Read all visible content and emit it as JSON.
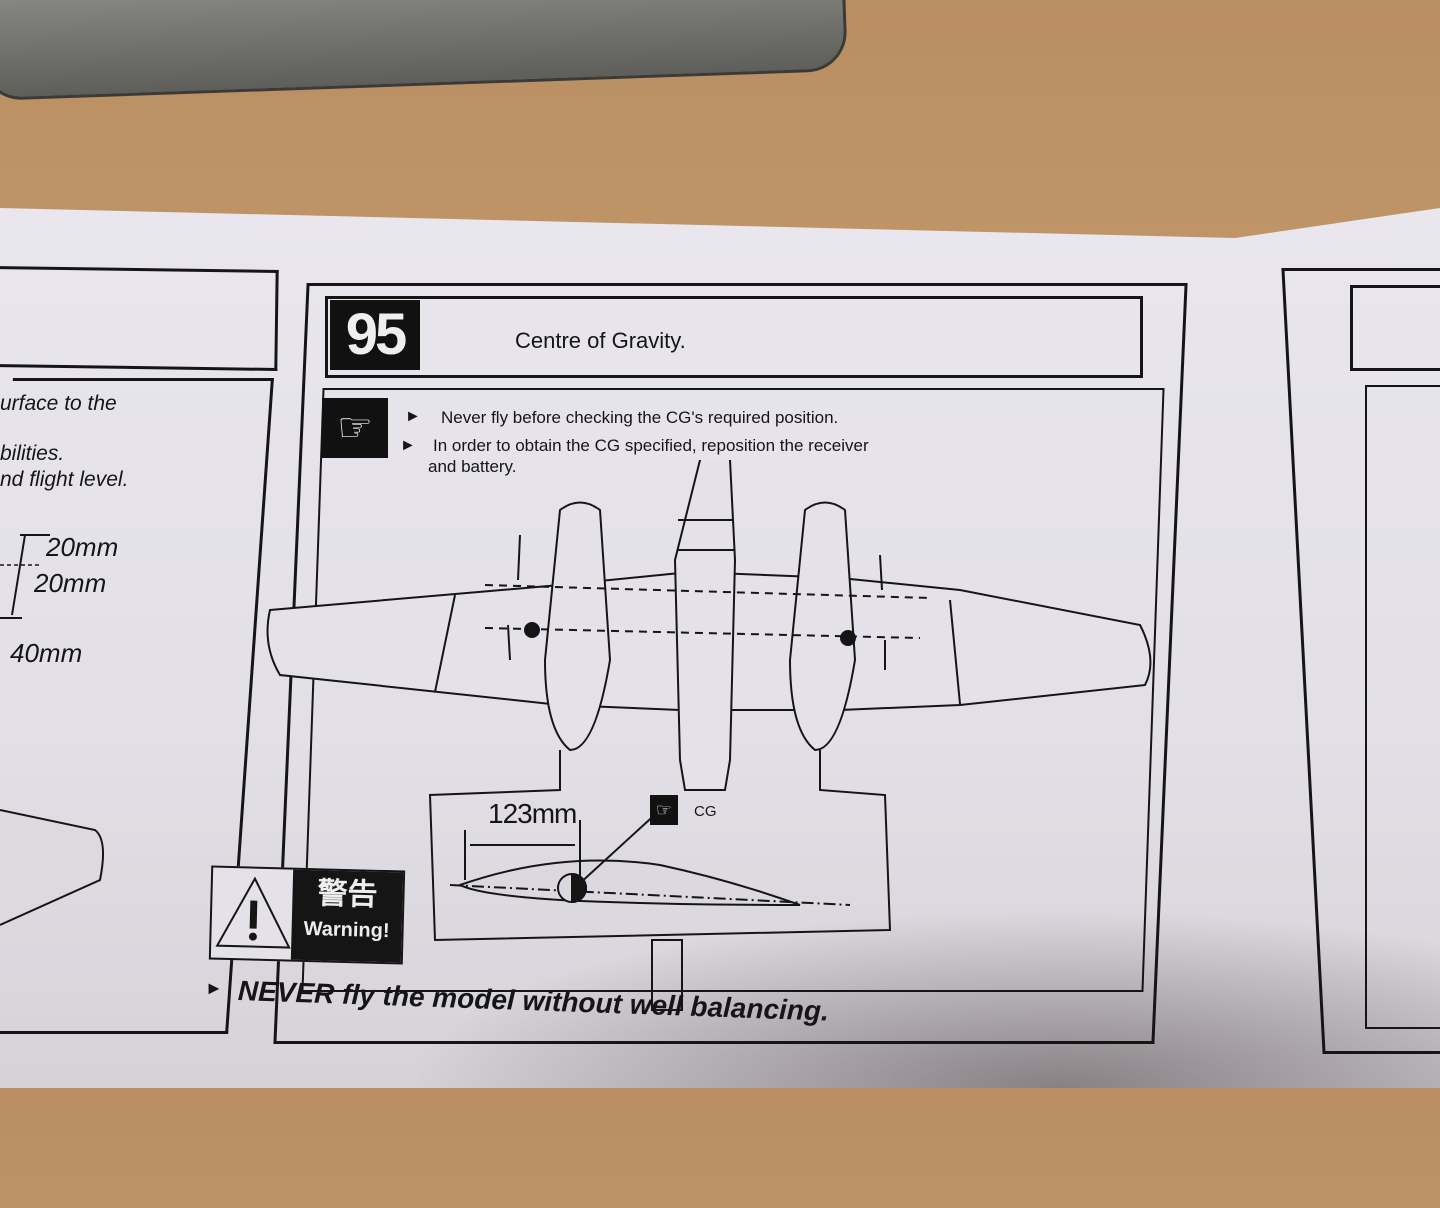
{
  "left_panel": {
    "text_lines": [
      "urface to the",
      "bilities.",
      "nd flight level."
    ],
    "dimensions": [
      "20mm",
      "20mm",
      "40mm"
    ]
  },
  "step": {
    "number": "95",
    "title": "Centre of Gravity.",
    "instructions": [
      "Never fly before checking the CG's required position.",
      "In order to obtain the CG specified, reposition the receiver",
      "and battery."
    ],
    "icons": [
      "pointing-hand-icon",
      "arrow-bullet-icon",
      "warning-triangle-icon"
    ],
    "diagram": {
      "cg_distance": "123mm",
      "cg_label": "CG"
    },
    "warning": {
      "chinese": "警告",
      "english": "Warning!"
    },
    "footer_warning": "NEVER fly the model without well balancing."
  },
  "colors": {
    "ink": "#151515",
    "paper": "#e6e3ea",
    "wood": "#c49a6c"
  }
}
